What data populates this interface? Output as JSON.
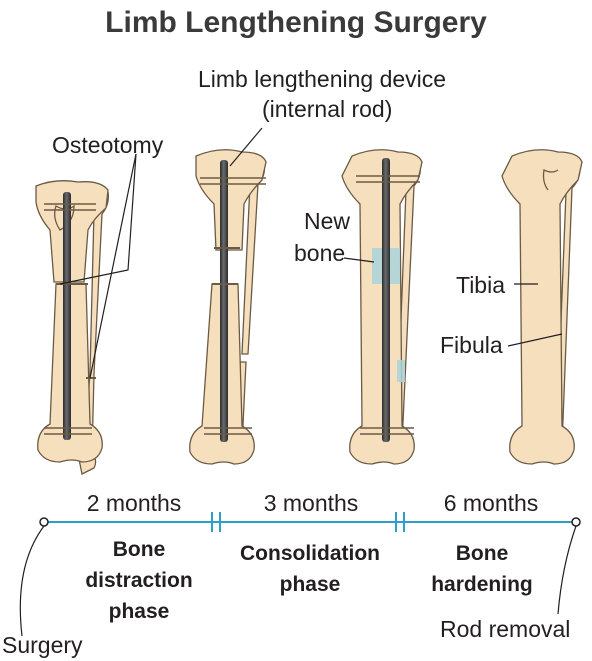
{
  "title": "Limb Lengthening Surgery",
  "labels": {
    "device_line1": "Limb lengthening device",
    "device_line2": "(internal rod)",
    "osteotomy": "Osteotomy",
    "new_bone_line1": "New",
    "new_bone_line2": "bone",
    "tibia": "Tibia",
    "fibula": "Fibula"
  },
  "timeline": {
    "durations": [
      "2 months",
      "3 months",
      "6 months"
    ],
    "phases": [
      {
        "lines": [
          "Bone",
          "distraction",
          "phase"
        ]
      },
      {
        "lines": [
          "Consolidation",
          "phase"
        ]
      },
      {
        "lines": [
          "Bone",
          "hardening"
        ]
      }
    ],
    "start": "Surgery",
    "end": "Rod removal"
  },
  "colors": {
    "bone": "#f6dfbd",
    "bone_outline": "#6b5a44",
    "rod": "#3c3d40",
    "new_bone": "#a9d3da",
    "timeline": "#2c9fc9",
    "text": "#231f20"
  }
}
